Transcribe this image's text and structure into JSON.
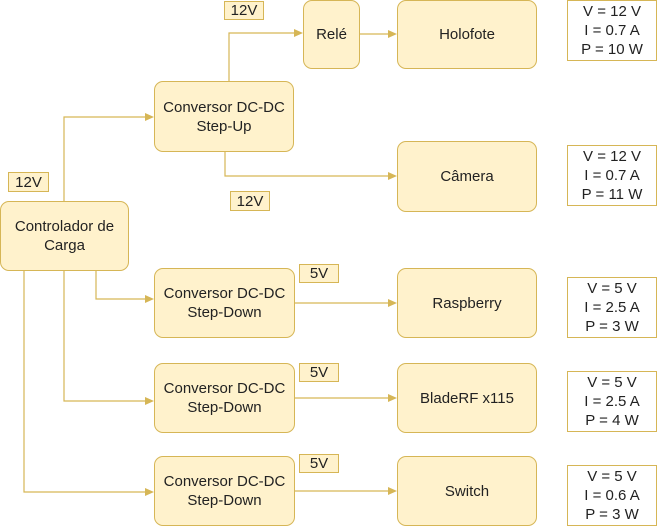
{
  "nodes": {
    "controlador": [
      "Controlador de",
      "Carga"
    ],
    "stepup": [
      "Conversor DC-DC",
      "Step-Up"
    ],
    "rele": [
      "Relé"
    ],
    "holofote": [
      "Holofote"
    ],
    "camera": [
      "Câmera"
    ],
    "stepdown1": [
      "Conversor DC-DC",
      "Step-Down"
    ],
    "stepdown2": [
      "Conversor DC-DC",
      "Step-Down"
    ],
    "stepdown3": [
      "Conversor DC-DC",
      "Step-Down"
    ],
    "raspberry": [
      "Raspberry"
    ],
    "bladerf": [
      "BladeRF x115"
    ],
    "switch": [
      "Switch"
    ]
  },
  "voltage_tags": {
    "controlador_out": "12V",
    "rele_in": "12V",
    "camera_in": "12V",
    "raspberry_in": "5V",
    "bladerf_in": "5V",
    "switch_in": "5V"
  },
  "specs": {
    "holofote": [
      "V = 12 V",
      "I = 0.7 A",
      "P = 10 W"
    ],
    "camera": [
      "V = 12 V",
      "I = 0.7 A",
      "P = 11 W"
    ],
    "raspberry": [
      "V = 5 V",
      "I = 2.5 A",
      "P = 3 W"
    ],
    "bladerf": [
      "V = 5 V",
      "I = 2.5 A",
      "P = 4 W"
    ],
    "switch": [
      "V = 5 V",
      "I = 0.6 A",
      "P = 3 W"
    ]
  },
  "colors": {
    "fill": "#fff2cc",
    "stroke": "#d6b656"
  }
}
